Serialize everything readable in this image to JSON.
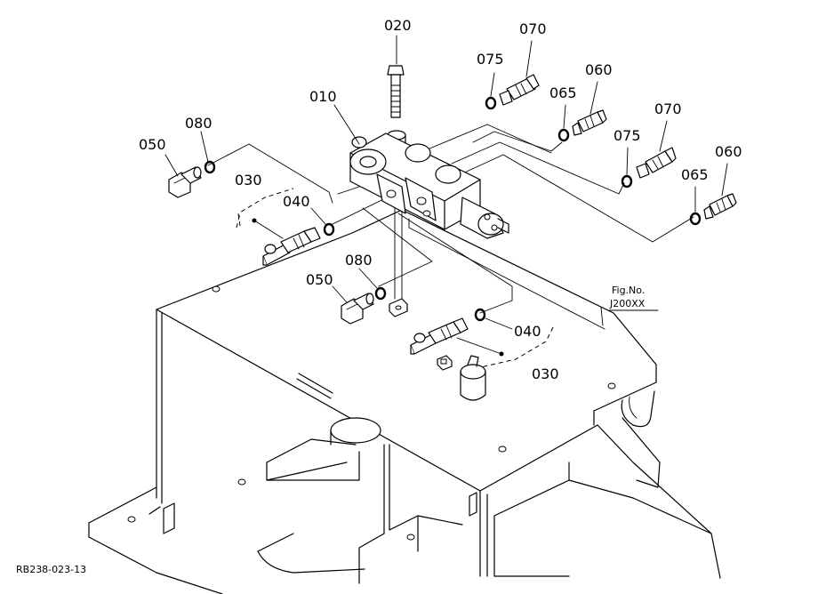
{
  "callouts": {
    "p020": "020",
    "p070a": "070",
    "p075a": "075",
    "p060a": "060",
    "p010": "010",
    "p065a": "065",
    "p070b": "070",
    "p080a": "080",
    "p075b": "075",
    "p050a": "050",
    "p060b": "060",
    "p065b": "065",
    "p030a": "030",
    "p040a": "040",
    "p080b": "080",
    "p050b": "050",
    "p040b": "040",
    "p030b": "030"
  },
  "figure_ref": {
    "line1": "Fig.No.",
    "line2": "J200XX"
  },
  "drawing_code": "RB238-023-13"
}
